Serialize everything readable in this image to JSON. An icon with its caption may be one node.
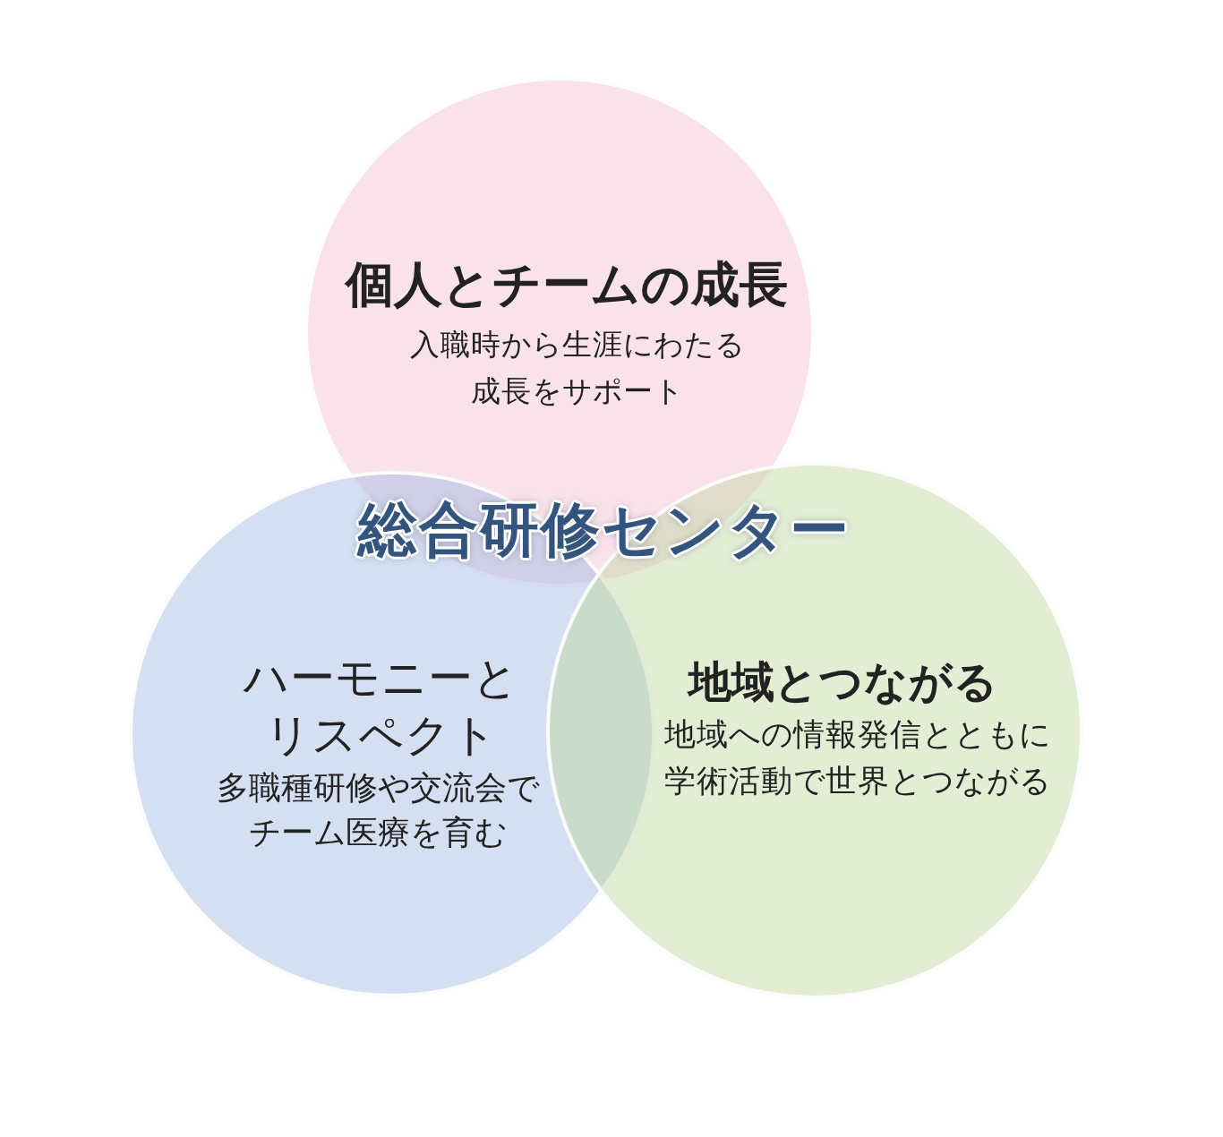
{
  "diagram": {
    "nodes": [
      {
        "text": [
          "個人とチームの成長",
          "入職時から生涯にわたる成長をサポート"
        ]
      },
      {
        "text": [
          "ハーモニーとリスペクト",
          "多職種研修や交流会でチーム医療を育む"
        ]
      },
      {
        "text": [
          "地域とつながる",
          "地域への情報発信とともに学術活動で世界とつながる"
        ]
      }
    ],
    "labels": [
      "総合研修センター"
    ]
  }
}
